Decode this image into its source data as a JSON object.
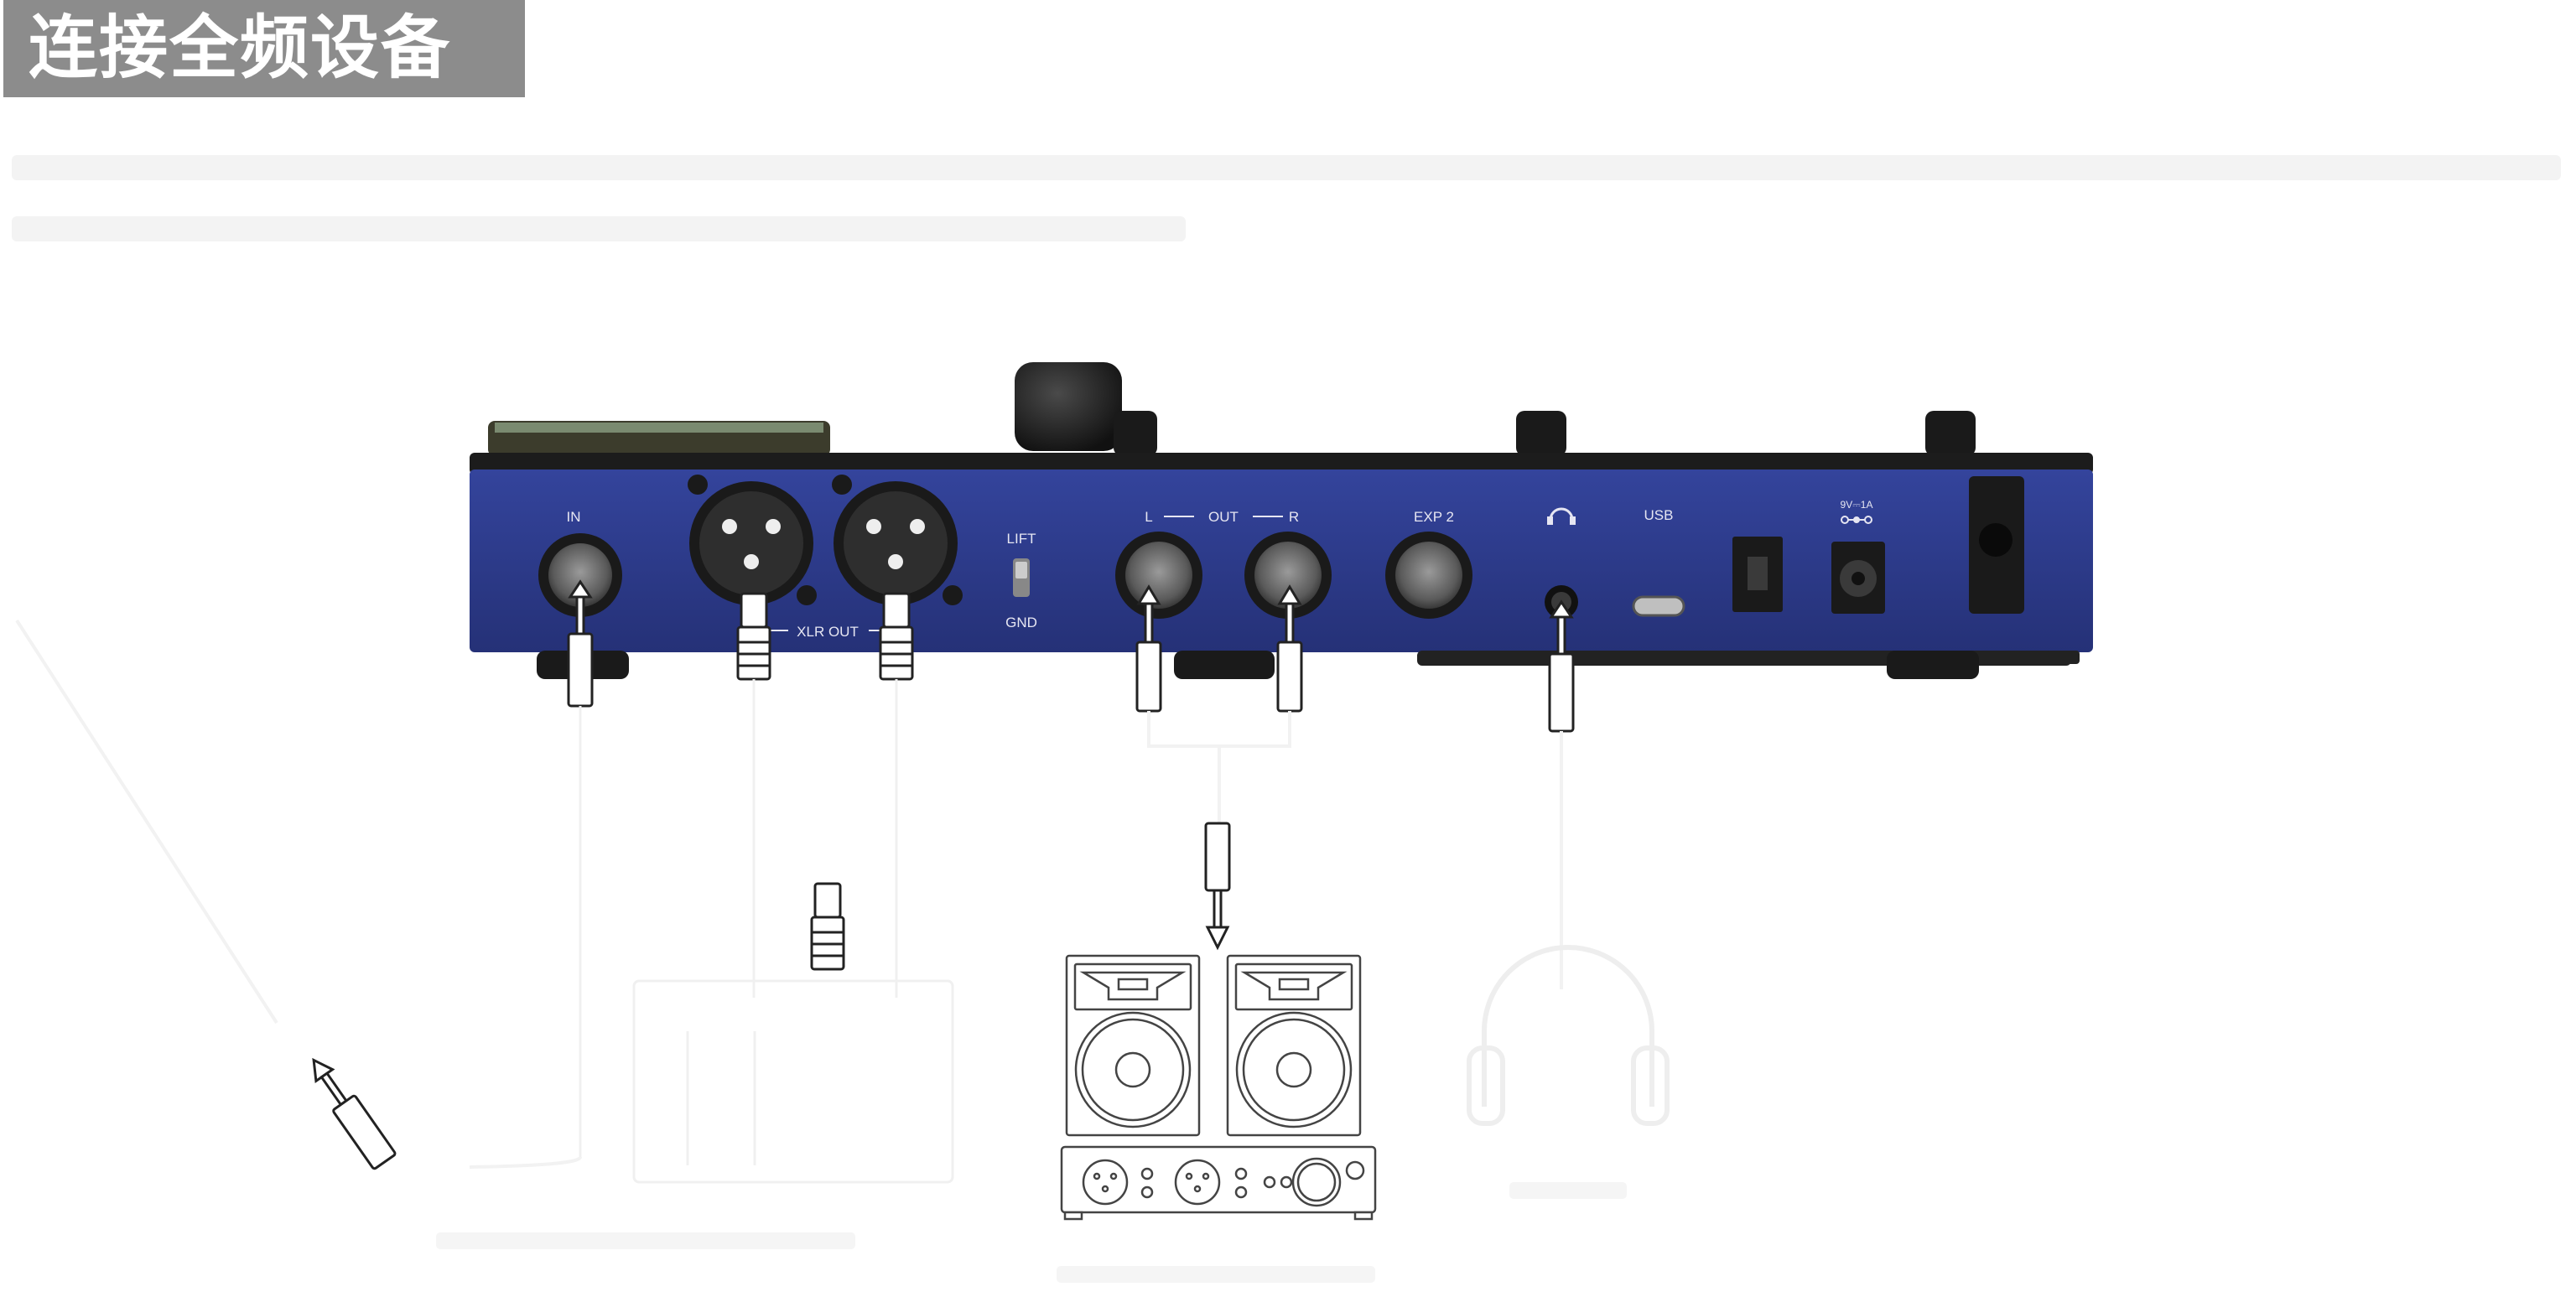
{
  "title": "连接全频设备",
  "panel": {
    "labels": {
      "in": "IN",
      "xlr_out": "XLR OUT",
      "lift": "LIFT",
      "gnd": "GND",
      "out_l": "L",
      "out": "OUT",
      "out_r": "R",
      "exp2": "EXP 2",
      "usb": "USB",
      "power_spec": "9V⎓1A"
    }
  },
  "icons": [
    "xlr-connector-icon",
    "quarter-inch-plug-icon",
    "headphone-icon",
    "speaker-icon",
    "audio-interface-icon"
  ],
  "colors": {
    "title_bg": "#8c8c8c",
    "panel_blue": "#2e3b8f",
    "device_top": "#1c1c1c"
  }
}
